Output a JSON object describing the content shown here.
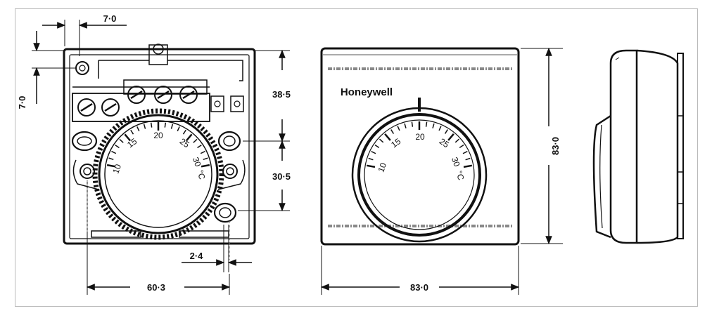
{
  "dimensions": {
    "top_offset": "7·0",
    "left_offset": "7·0",
    "upper_height": "38·5",
    "lower_height": "30·5",
    "hole_offset": "2·4",
    "hole_spacing": "60·3",
    "front_height": "83·0",
    "front_width": "83·0"
  },
  "brand": "Honeywell",
  "dial": {
    "scale_labels": [
      "10",
      "15",
      "20",
      "25",
      "30",
      "°C"
    ]
  }
}
